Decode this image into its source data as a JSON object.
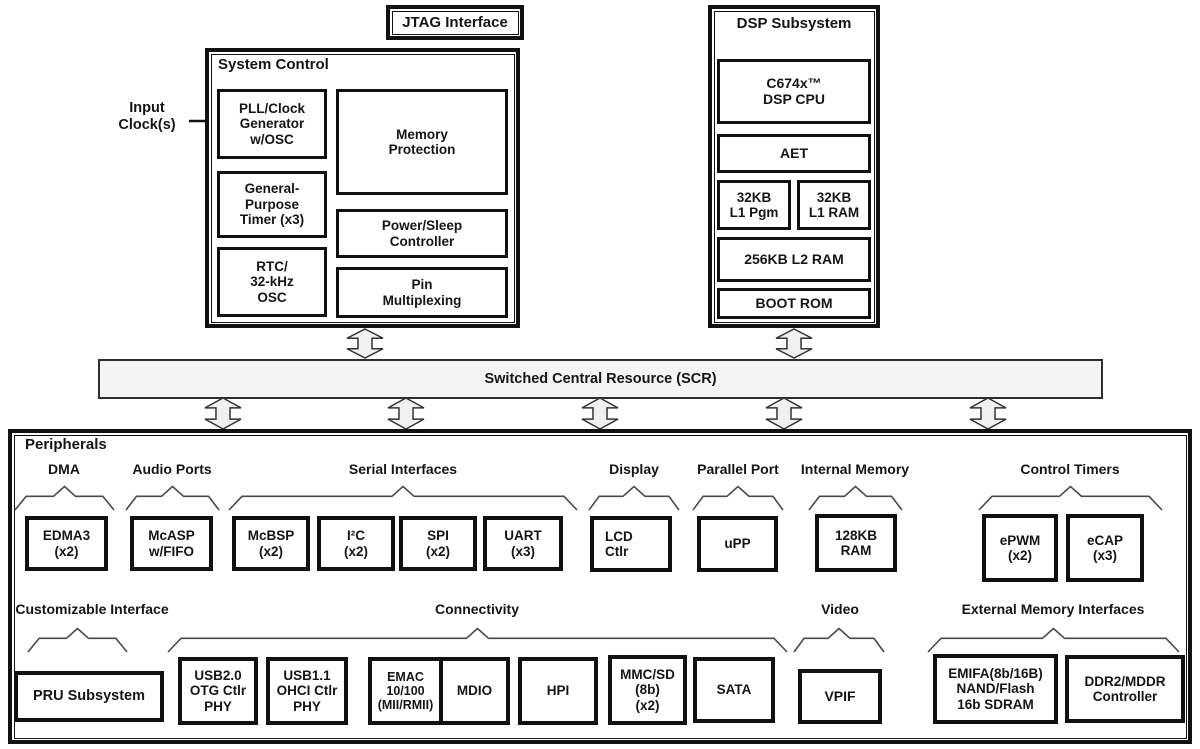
{
  "top": {
    "input_clock": "Input\nClock(s)",
    "jtag": "JTAG Interface"
  },
  "system_control": {
    "title": "System Control",
    "pll": "PLL/Clock\nGenerator\nw/OSC",
    "memory_protection": "Memory\nProtection",
    "gp_timer": "General-\nPurpose\nTimer (x3)",
    "power_sleep": "Power/Sleep\nController",
    "rtc": "RTC/\n32-kHz\nOSC",
    "pin_mux": "Pin\nMultiplexing"
  },
  "dsp_subsystem": {
    "title": "DSP Subsystem",
    "cpu": "C674x™\nDSP CPU",
    "aet": "AET",
    "l1_pgm": "32KB\nL1 Pgm",
    "l1_ram": "32KB\nL1 RAM",
    "l2_ram": "256KB L2 RAM",
    "boot_rom": "BOOT ROM"
  },
  "scr": {
    "label": "Switched Central Resource (SCR)"
  },
  "peripherals": {
    "title": "Peripherals",
    "group_labels": {
      "dma": "DMA",
      "audio_ports": "Audio Ports",
      "serial_interfaces": "Serial Interfaces",
      "display": "Display",
      "parallel_port": "Parallel Port",
      "internal_memory": "Internal Memory",
      "control_timers": "Control Timers",
      "customizable_interface": "Customizable Interface",
      "connectivity": "Connectivity",
      "video": "Video",
      "external_memory": "External Memory Interfaces"
    },
    "blocks": {
      "edma": "EDMA3\n(x2)",
      "mcasp": "McASP\nw/FIFO",
      "mcbsp": "McBSP\n(x2)",
      "i2c": "I²C\n(x2)",
      "spi": "SPI\n(x2)",
      "uart": "UART\n(x3)",
      "lcd": "LCD\nCtlr",
      "upp": "uPP",
      "ram_128kb": "128KB\nRAM",
      "epwm": "ePWM\n(x2)",
      "ecap": "eCAP\n(x3)",
      "pru": "PRU Subsystem",
      "usb20": "USB2.0\nOTG Ctlr\nPHY",
      "usb11": "USB1.1\nOHCI Ctlr\nPHY",
      "emac": "EMAC\n10/100\n(MII/RMII)",
      "mdio": "MDIO",
      "hpi": "HPI",
      "mmcsd": "MMC/SD\n(8b)\n(x2)",
      "sata": "SATA",
      "vpif": "VPIF",
      "emifa": "EMIFA(8b/16B)\nNAND/Flash\n16b SDRAM",
      "ddr2": "DDR2/MDDR\nController"
    }
  },
  "colors": {
    "line": "#111111",
    "bus_fill": "#f0f0f0",
    "scr_fill": "#f4f4f4"
  }
}
